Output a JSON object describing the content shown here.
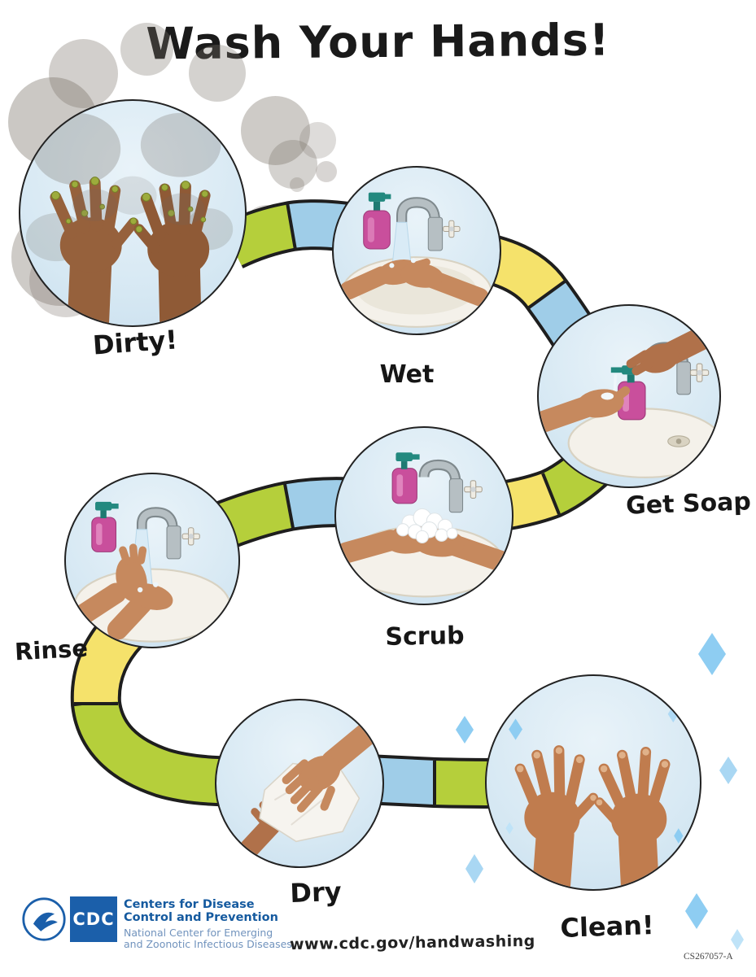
{
  "poster": {
    "title": "Wash Your Hands!",
    "steps": [
      {
        "id": "dirty",
        "label": "Dirty!",
        "scene": "two dirty hands covered with green germs and gray grime clouds"
      },
      {
        "id": "wet",
        "label": "Wet",
        "scene": "hands cupped under running faucet water at a sink with soap bottle"
      },
      {
        "id": "get-soap",
        "label": "Get Soap",
        "scene": "hand pressing pink soap dispenser pump over open palm at sink"
      },
      {
        "id": "scrub",
        "label": "Scrub",
        "scene": "hands rubbed together with white foam lather at sink"
      },
      {
        "id": "rinse",
        "label": "Rinse",
        "scene": "hands rinsed under running faucet water at sink"
      },
      {
        "id": "dry",
        "label": "Dry",
        "scene": "hands drying with a white paper towel"
      },
      {
        "id": "clean",
        "label": "Clean!",
        "scene": "two clean raised hands with blue sparkles"
      }
    ],
    "footer": {
      "logo_acronym": "CDC",
      "agency_line1": "Centers for Disease",
      "agency_line2": "Control and Prevention",
      "center_line1": "National Center for Emerging",
      "center_line2": "and Zoonotic Infectious Diseases",
      "url": "www.cdc.gov/handwashing",
      "doc_id": "CS267057-A"
    },
    "colors": {
      "path_green": "#b5cf3b",
      "path_blue": "#9fcde8",
      "path_yellow": "#f5e26b",
      "circle_fill": "#d6e8f3",
      "sparkle_blue": "#8ecdf2",
      "soap_pink": "#c94f9c",
      "pump_teal": "#23897f",
      "cdc_blue": "#1b5faa"
    },
    "icons": {
      "sparkle-icon": "blue diamond",
      "faucet-icon": "tap with cross handle",
      "soap-dispenser-icon": "pink pump bottle",
      "germ-icon": "green speck",
      "towel-icon": "white paper towel",
      "grime-cloud-icon": "gray smudge",
      "hhs-logo": "HHS eagle seal",
      "cdc-logo-box": "CDC letters on blue box"
    }
  }
}
